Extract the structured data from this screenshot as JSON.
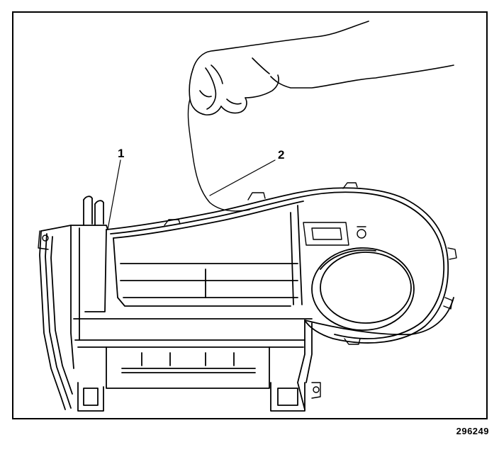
{
  "figure": {
    "callouts": [
      {
        "id": "1",
        "label": "1"
      },
      {
        "id": "2",
        "label": "2"
      }
    ],
    "figure_number": "296249"
  },
  "colors": {
    "line": "#000000",
    "background": "#ffffff"
  }
}
